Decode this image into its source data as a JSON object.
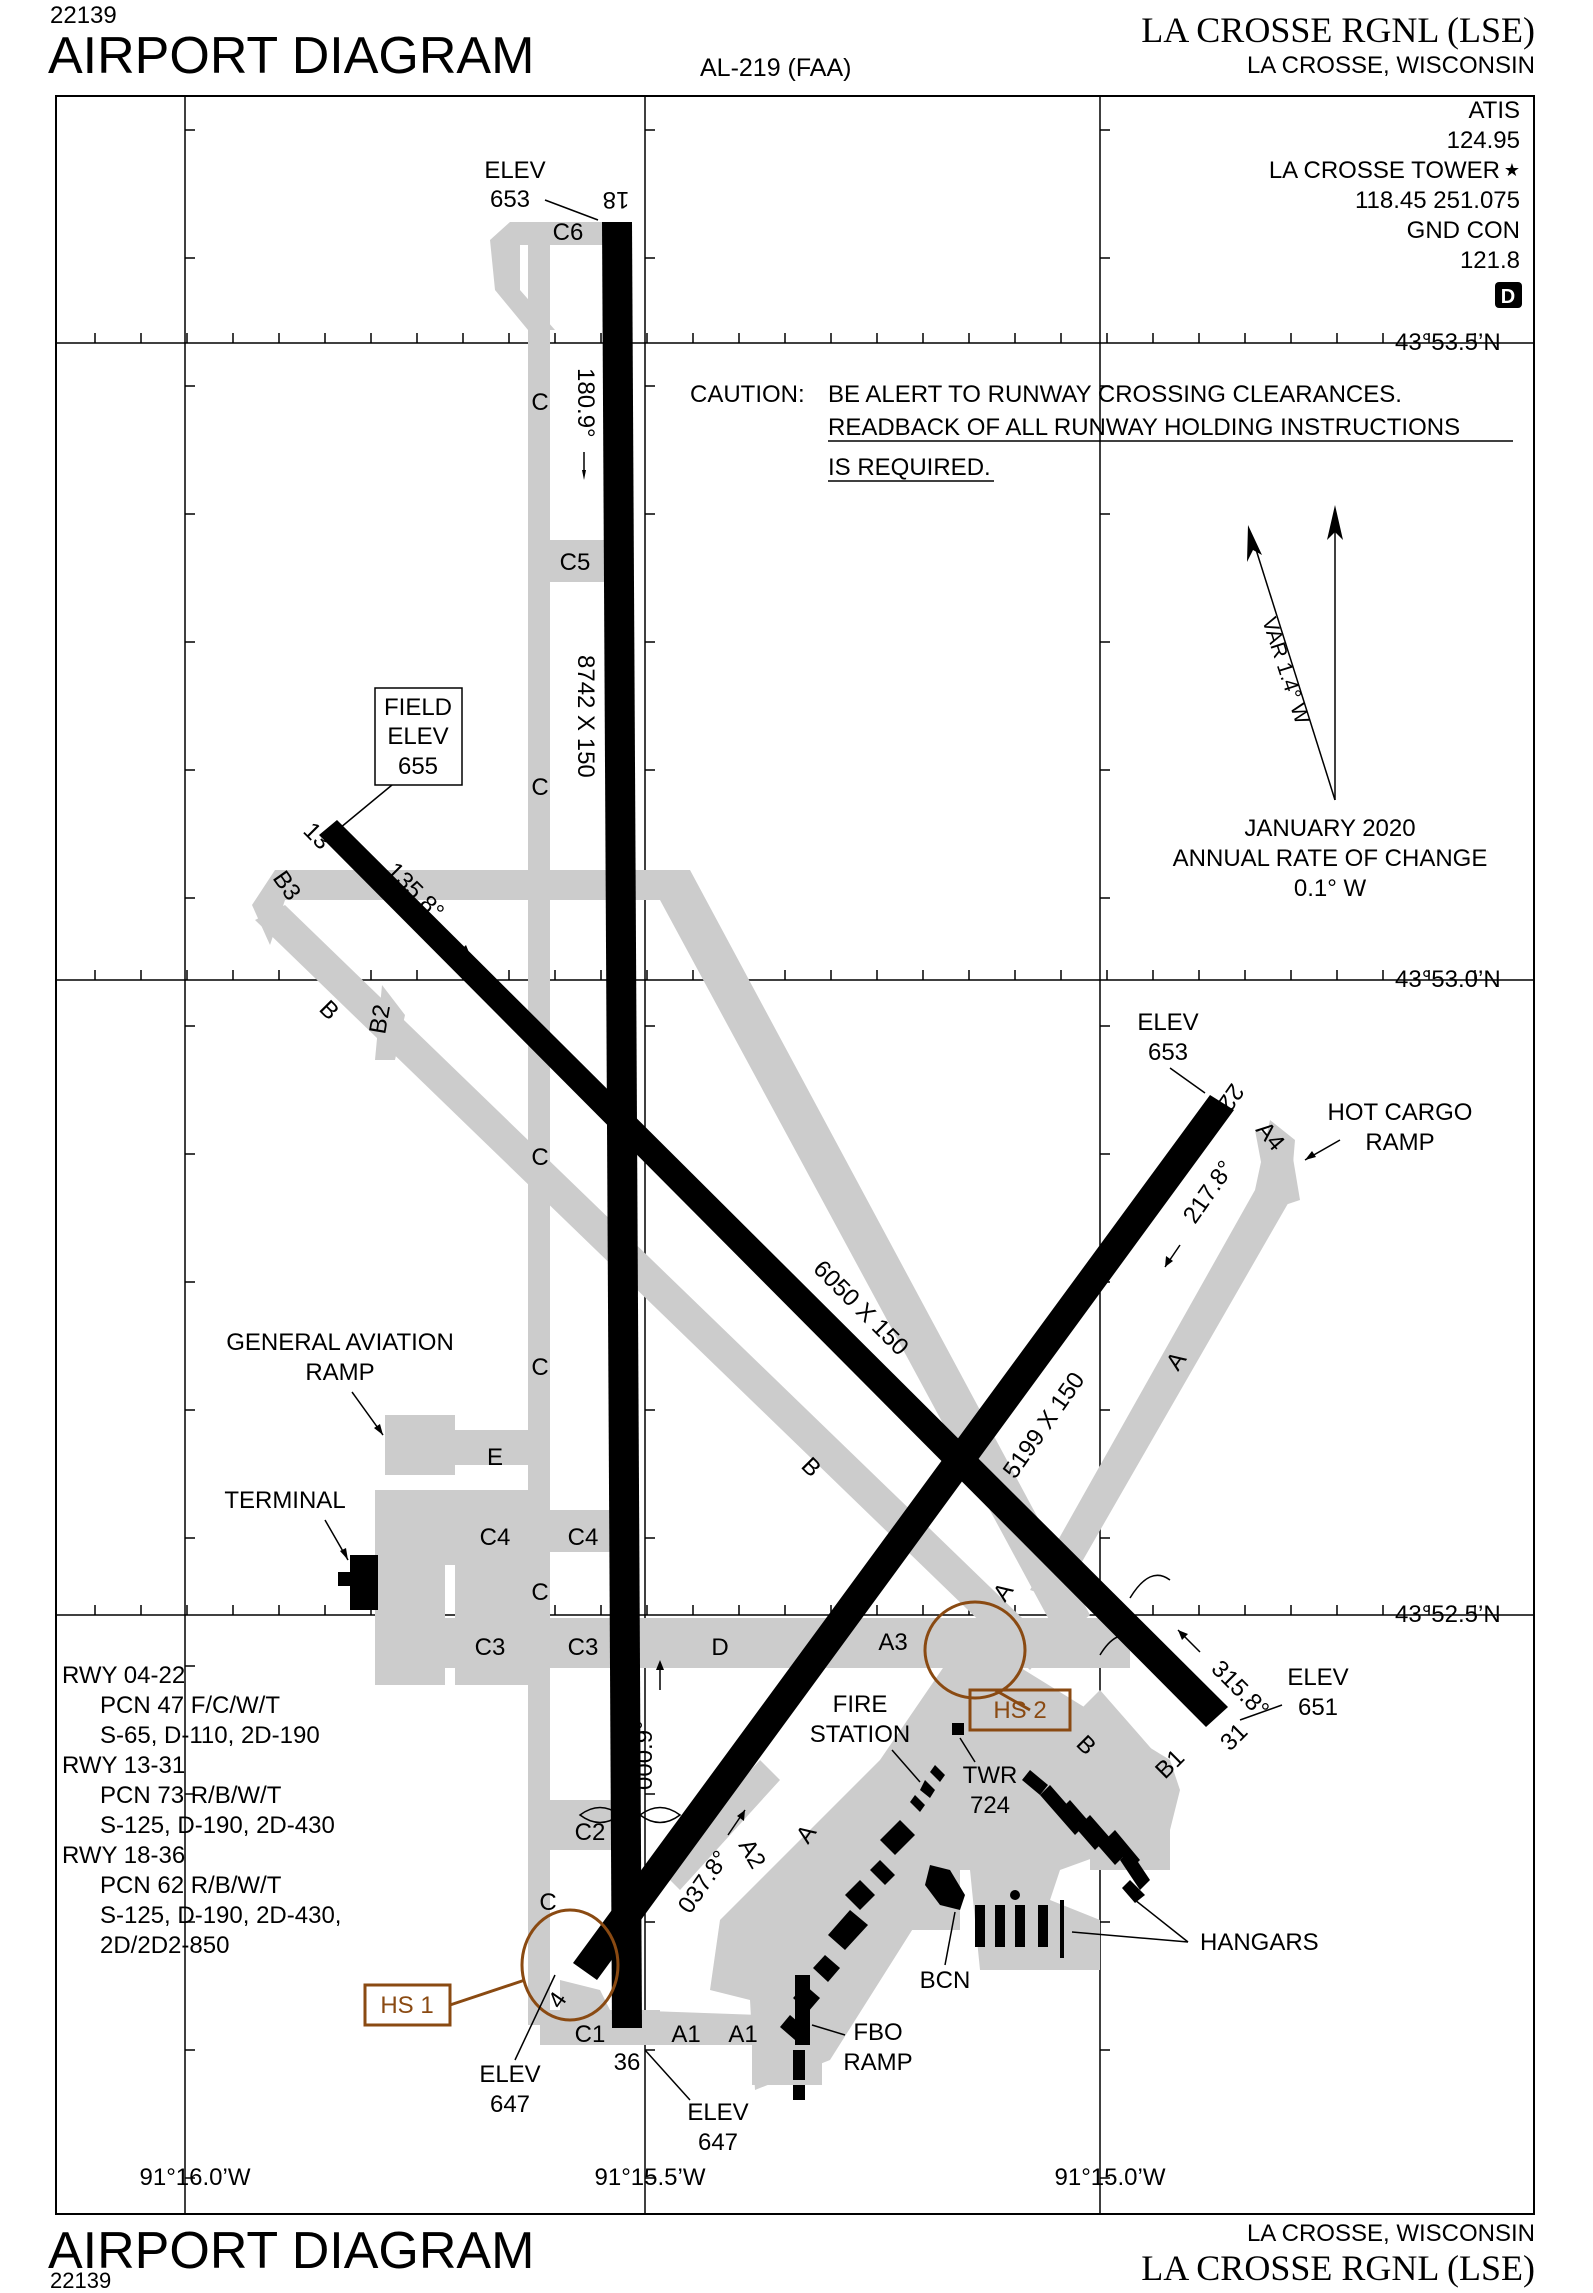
{
  "header": {
    "chart_number": "22139",
    "title": "AIRPORT DIAGRAM",
    "procedure_id": "AL-219 (FAA)",
    "airport_name": "LA CROSSE RGNL (LSE)",
    "location": "LA CROSSE, WISCONSIN"
  },
  "footer": {
    "chart_number": "22139",
    "title": "AIRPORT DIAGRAM",
    "airport_name": "LA CROSSE RGNL (LSE)",
    "location": "LA CROSSE, WISCONSIN"
  },
  "frequencies": {
    "atis_label": "ATIS",
    "atis_freq": "124.95",
    "tower_label": "LA CROSSE TOWER",
    "tower_freq": "118.45  251.075",
    "gnd_label": "GND CON",
    "gnd_freq": "121.8",
    "class_badge": "D"
  },
  "caution": {
    "prefix": "CAUTION:",
    "line1": "BE ALERT TO RUNWAY CROSSING CLEARANCES.",
    "line2": "READBACK OF ALL RUNWAY HOLDING INSTRUCTIONS",
    "line3": "IS REQUIRED."
  },
  "magnetic": {
    "variation": "VAR 1.4° W",
    "date": "JANUARY 2020",
    "rate_label": "ANNUAL RATE OF CHANGE",
    "rate": "0.1° W"
  },
  "latitudes": [
    "43°53.5’N",
    "43°53.0’N",
    "43°52.5’N"
  ],
  "longitudes": [
    "91°16.0’W",
    "91°15.5’W",
    "91°15.0’W"
  ],
  "field_elev": {
    "line1": "FIELD",
    "line2": "ELEV",
    "value": "655"
  },
  "runways": {
    "rwy_18_36": {
      "dims": "8742 X 150",
      "hdg_top": "180.9°",
      "hdg_bottom": "000.9°",
      "end_top": "18",
      "end_bottom": "36"
    },
    "rwy_13_31": {
      "dims": "6050 X 150",
      "hdg_top": "135.8°",
      "hdg_bottom": "315.8°",
      "end_top": "13",
      "end_bottom": "31"
    },
    "rwy_04_22": {
      "dims": "5199 X 150",
      "hdg_top": "217.8°",
      "hdg_bottom": "037.8°",
      "end_top": "22",
      "end_bottom": "4"
    }
  },
  "elevations": {
    "elev_label": "ELEV",
    "rwy18": "653",
    "rwy22": "653",
    "rwy31": "651",
    "rwy4": "647",
    "rwy36": "647"
  },
  "taxiways": {
    "C": "C",
    "C1": "C1",
    "C2": "C2",
    "C3": "C3",
    "C4": "C4",
    "C5": "C5",
    "C6": "C6",
    "B": "B",
    "B1": "B1",
    "B2": "B2",
    "B3": "B3",
    "A": "A",
    "A1": "A1",
    "A2": "A2",
    "A3": "A3",
    "A4": "A4",
    "D": "D",
    "E": "E"
  },
  "places": {
    "ga_ramp_1": "GENERAL AVIATION",
    "ga_ramp_2": "RAMP",
    "terminal": "TERMINAL",
    "hot_cargo_1": "HOT CARGO",
    "hot_cargo_2": "RAMP",
    "fire_1": "FIRE",
    "fire_2": "STATION",
    "twr": "TWR",
    "twr_elev": "724",
    "bcn": "BCN",
    "hangars": "HANGARS",
    "fbo_1": "FBO",
    "fbo_2": "RAMP"
  },
  "hotspots": {
    "hs1": "HS 1",
    "hs2": "HS 2"
  },
  "rwy_info": [
    {
      "rwy": "RWY 04-22",
      "pcn": "PCN 47 F/C/W/T",
      "wt": "S-65, D-110, 2D-190"
    },
    {
      "rwy": "RWY 13-31",
      "pcn": "PCN 73 R/B/W/T",
      "wt": "S-125, D-190, 2D-430"
    },
    {
      "rwy": "RWY 18-36",
      "pcn": "PCN 62 R/B/W/T",
      "wt": "S-125, D-190, 2D-430,",
      "wt2": "2D/2D2-850"
    }
  ],
  "colors": {
    "taxiway": "#cccccc",
    "runway": "#000000",
    "hotspot": "#8a4a12"
  }
}
